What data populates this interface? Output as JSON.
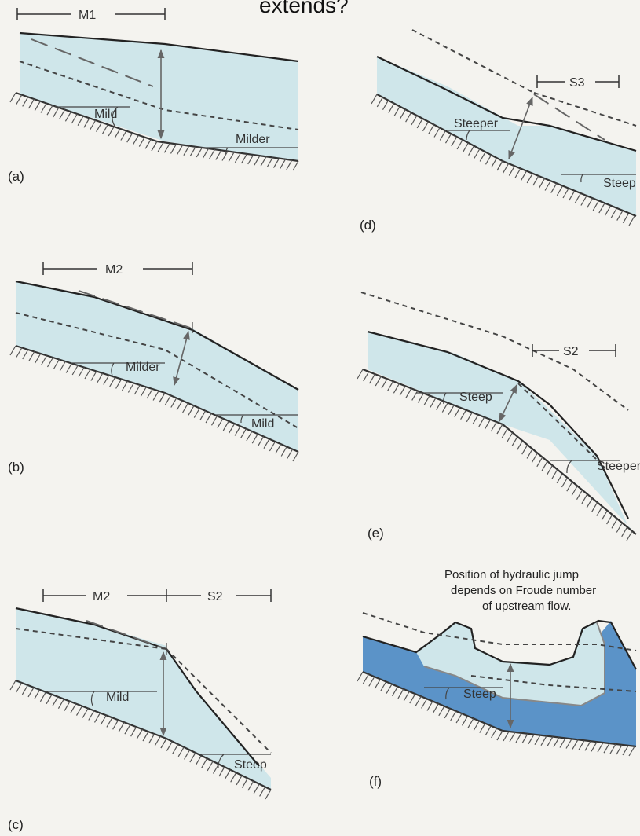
{
  "header_fragment": "extends?",
  "panels": {
    "a": {
      "letter": "(a)",
      "profile": "M1",
      "slope_upstream": "Mild",
      "slope_downstream": "Milder"
    },
    "b": {
      "letter": "(b)",
      "profile": "M2",
      "slope_upstream": "Milder",
      "slope_downstream": "Mild"
    },
    "c": {
      "letter": "(c)",
      "profile_upstream": "M2",
      "profile_downstream": "S2",
      "slope_upstream": "Mild",
      "slope_downstream": "Steep"
    },
    "d": {
      "letter": "(d)",
      "profile": "S3",
      "slope_upstream": "Steeper",
      "slope_downstream": "Steep"
    },
    "e": {
      "letter": "(e)",
      "profile": "S2",
      "slope_upstream": "Steep",
      "slope_downstream": "Steeper"
    },
    "f": {
      "letter": "(f)",
      "slope": "Steep",
      "caption": "Position of hydraulic jump depends on Froude number of upstream flow."
    }
  },
  "colors": {
    "water": "#cfe6ea",
    "water_dark": "#5b93c8",
    "background": "#f4f3ef"
  }
}
